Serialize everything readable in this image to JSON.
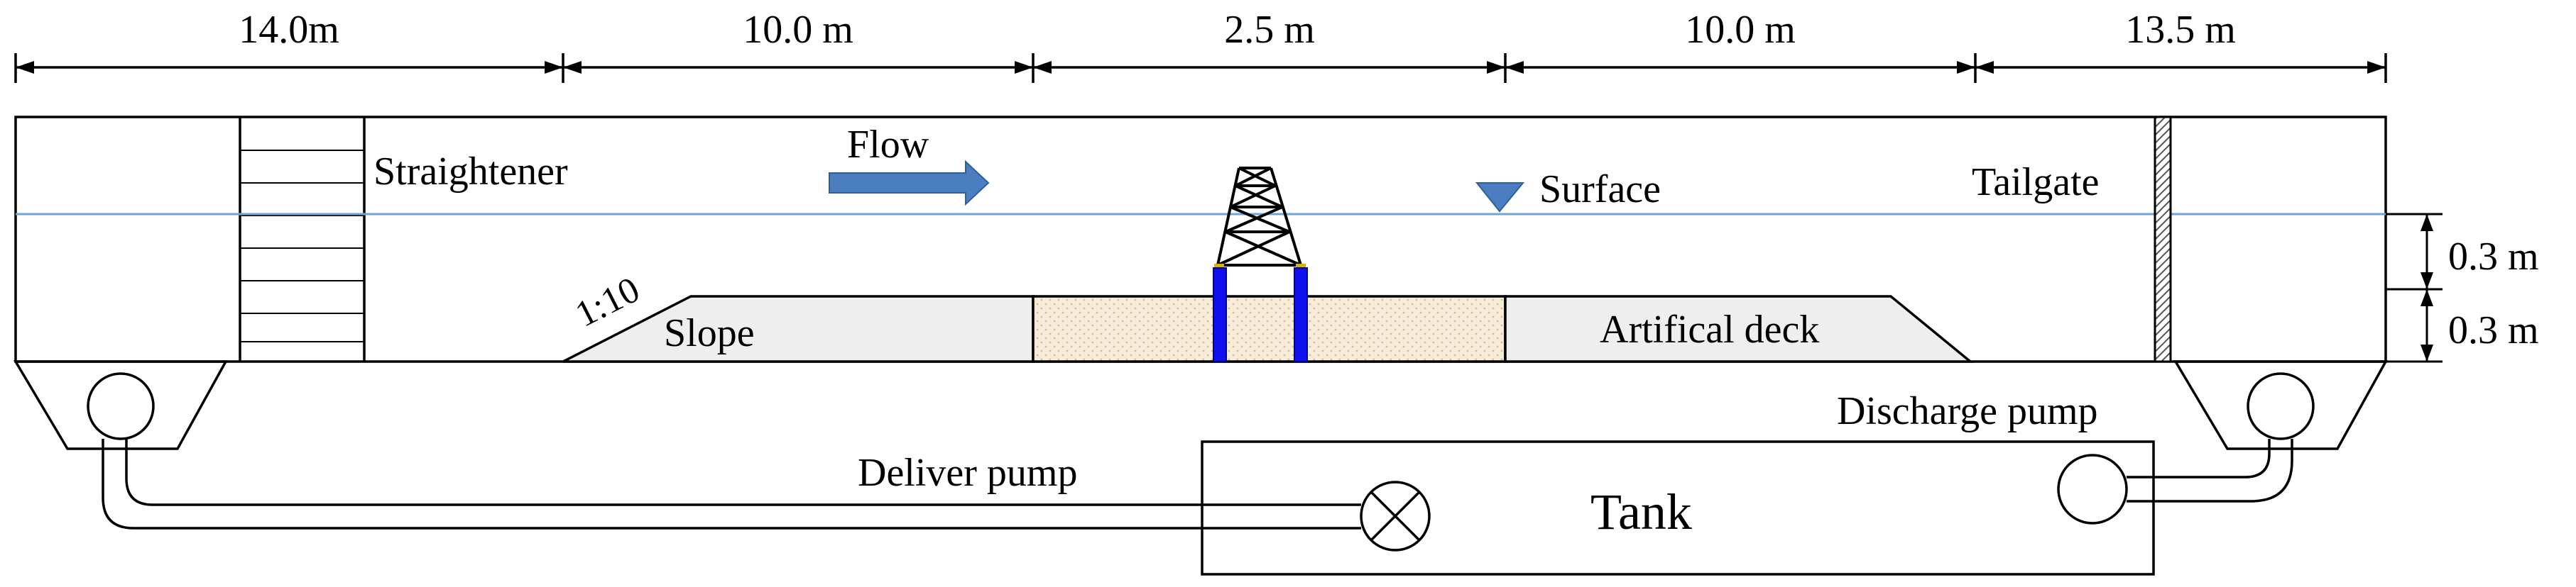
{
  "dimensions": {
    "top": [
      "14.0m",
      "10.0 m",
      "2.5 m",
      "10.0 m",
      "13.5 m"
    ],
    "depth": [
      "0.3 m",
      "0.3 m"
    ]
  },
  "labels": {
    "straightener": "Straightener",
    "flow": "Flow",
    "surface": "Surface",
    "tailgate": "Tailgate",
    "slope_ratio": "1:10",
    "slope": "Slope",
    "artificial_deck": "Artifical deck",
    "discharge_pump": "Discharge pump",
    "deliver_pump": "Deliver pump",
    "tank": "Tank"
  },
  "colors": {
    "water_line": "#6aa6d8",
    "flow_arrow": "#4a7ec0",
    "surface_marker": "#4a7ec0",
    "pile": "#1010ee",
    "sand": "#f6ecd9",
    "slope_fill": "#eeeeee"
  }
}
